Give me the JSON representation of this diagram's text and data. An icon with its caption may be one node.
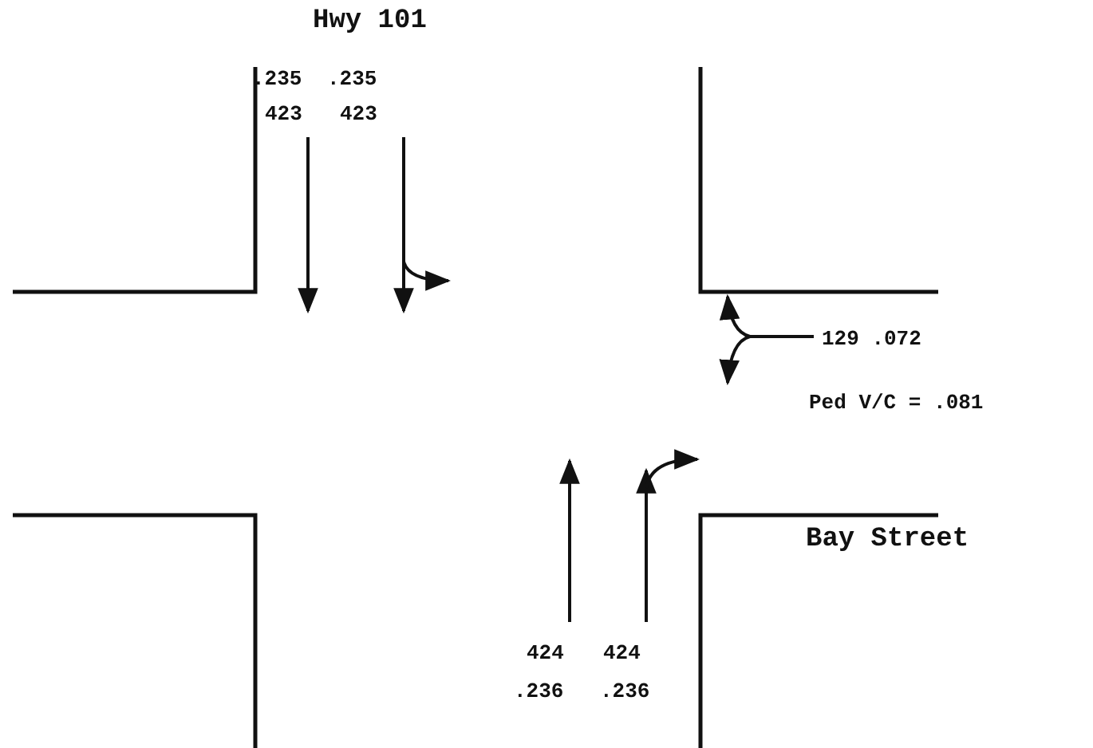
{
  "diagram": {
    "labels": [
      "Hwy 101",
      ".235",
      ".235",
      "423",
      "423",
      "129 .072",
      "Ped V/C = .081",
      "Bay Street",
      "424",
      "424",
      ".236",
      ".236"
    ]
  }
}
